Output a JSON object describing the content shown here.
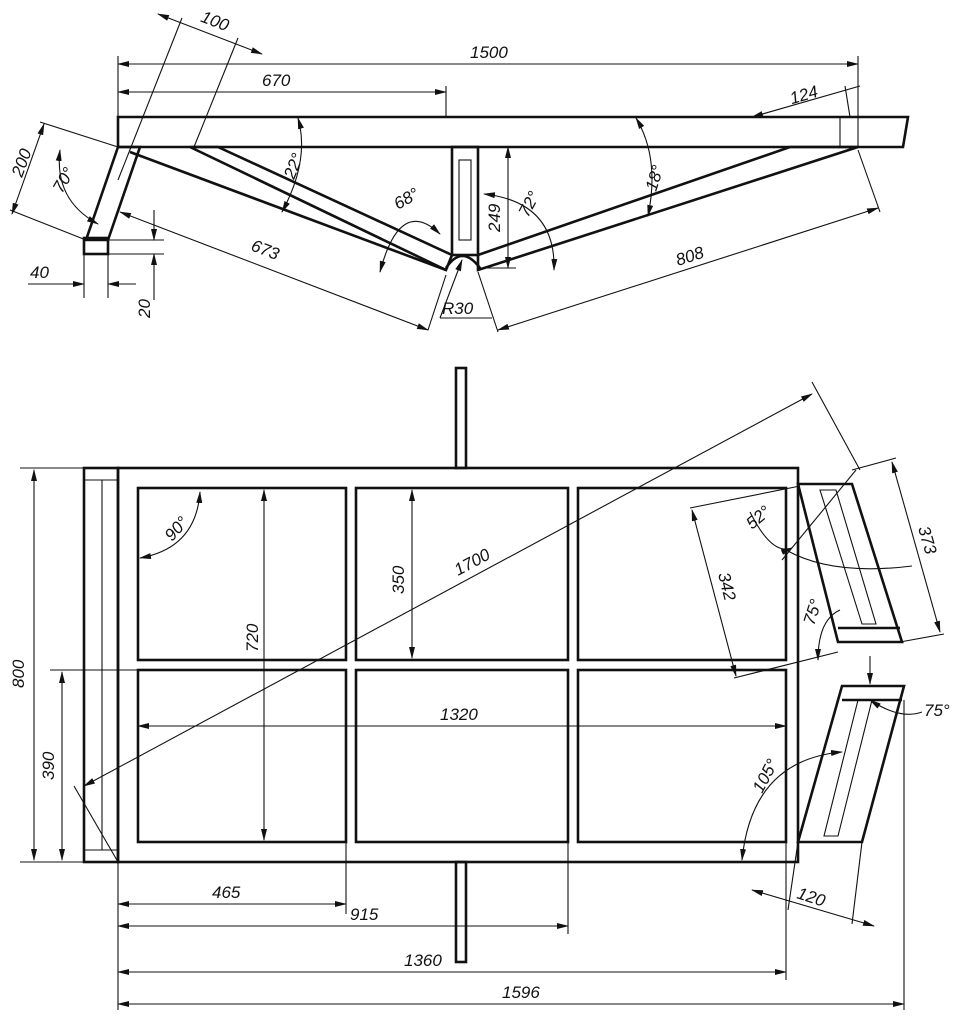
{
  "dimensions": {
    "top_view": {
      "d100": "100",
      "d1500": "1500",
      "d670": "670",
      "d124": "124",
      "d200": "200",
      "a70": "70°",
      "a22": "22°",
      "a68": "68°",
      "a72": "72°",
      "a18": "18°",
      "d249": "249",
      "d673": "673",
      "d808": "808",
      "r30": "R30",
      "d40": "40",
      "d20": "20"
    },
    "plan_view": {
      "a90": "90°",
      "d720": "720",
      "d350": "350",
      "d1700": "1700",
      "a52": "52°",
      "d342": "342",
      "d373": "373",
      "a75a": "75°",
      "a75b": "75°",
      "d800": "800",
      "d390": "390",
      "d1320": "1320",
      "a105": "105°",
      "d120": "120",
      "d465": "465",
      "d915": "915",
      "d1360": "1360",
      "d1596": "1596"
    }
  }
}
